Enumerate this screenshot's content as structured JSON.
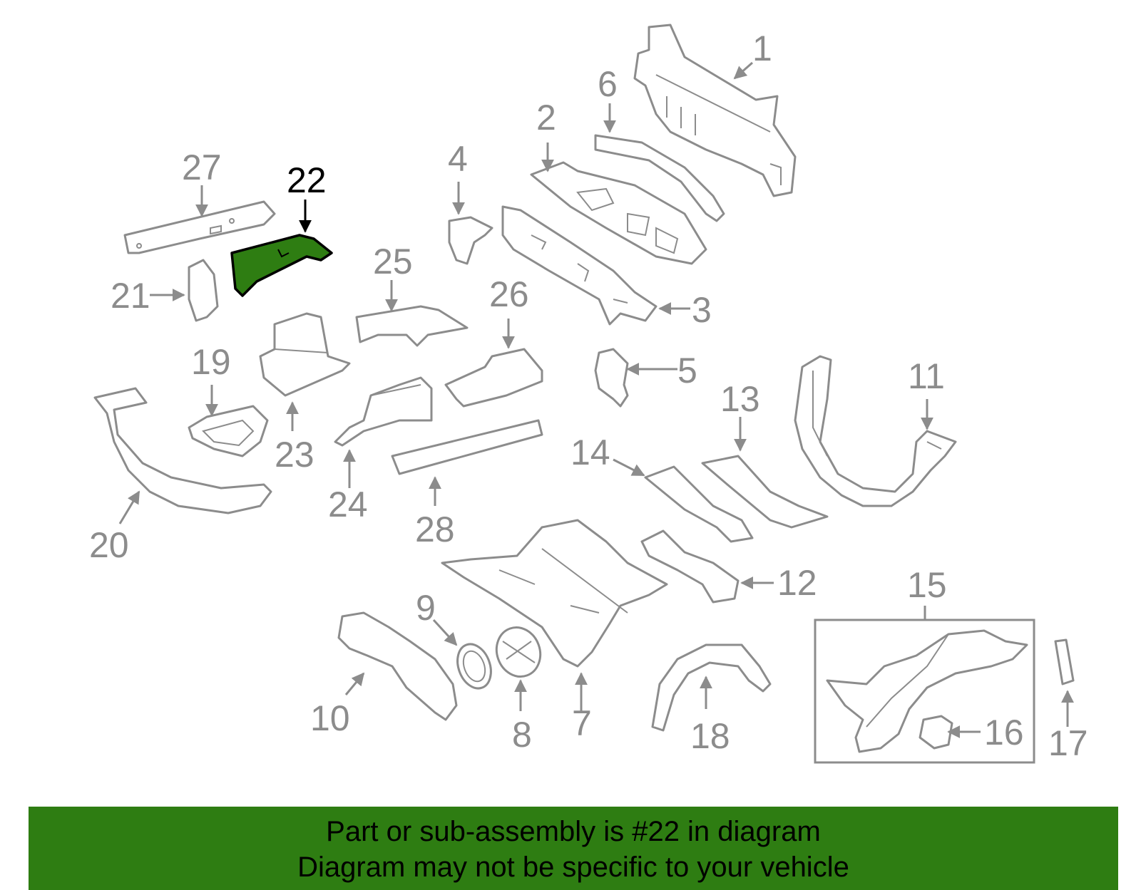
{
  "diagram": {
    "highlight_color": "#2e7d12",
    "highlighted_callout": "22",
    "callouts": [
      "1",
      "2",
      "3",
      "4",
      "5",
      "6",
      "7",
      "8",
      "9",
      "10",
      "11",
      "12",
      "13",
      "14",
      "15",
      "16",
      "17",
      "18",
      "19",
      "20",
      "21",
      "22",
      "23",
      "24",
      "25",
      "26",
      "27",
      "28"
    ]
  },
  "banner": {
    "line1": "Part or sub-assembly is #22 in diagram",
    "line2": "Diagram may not be specific to your vehicle",
    "background": "#2e7d12"
  }
}
